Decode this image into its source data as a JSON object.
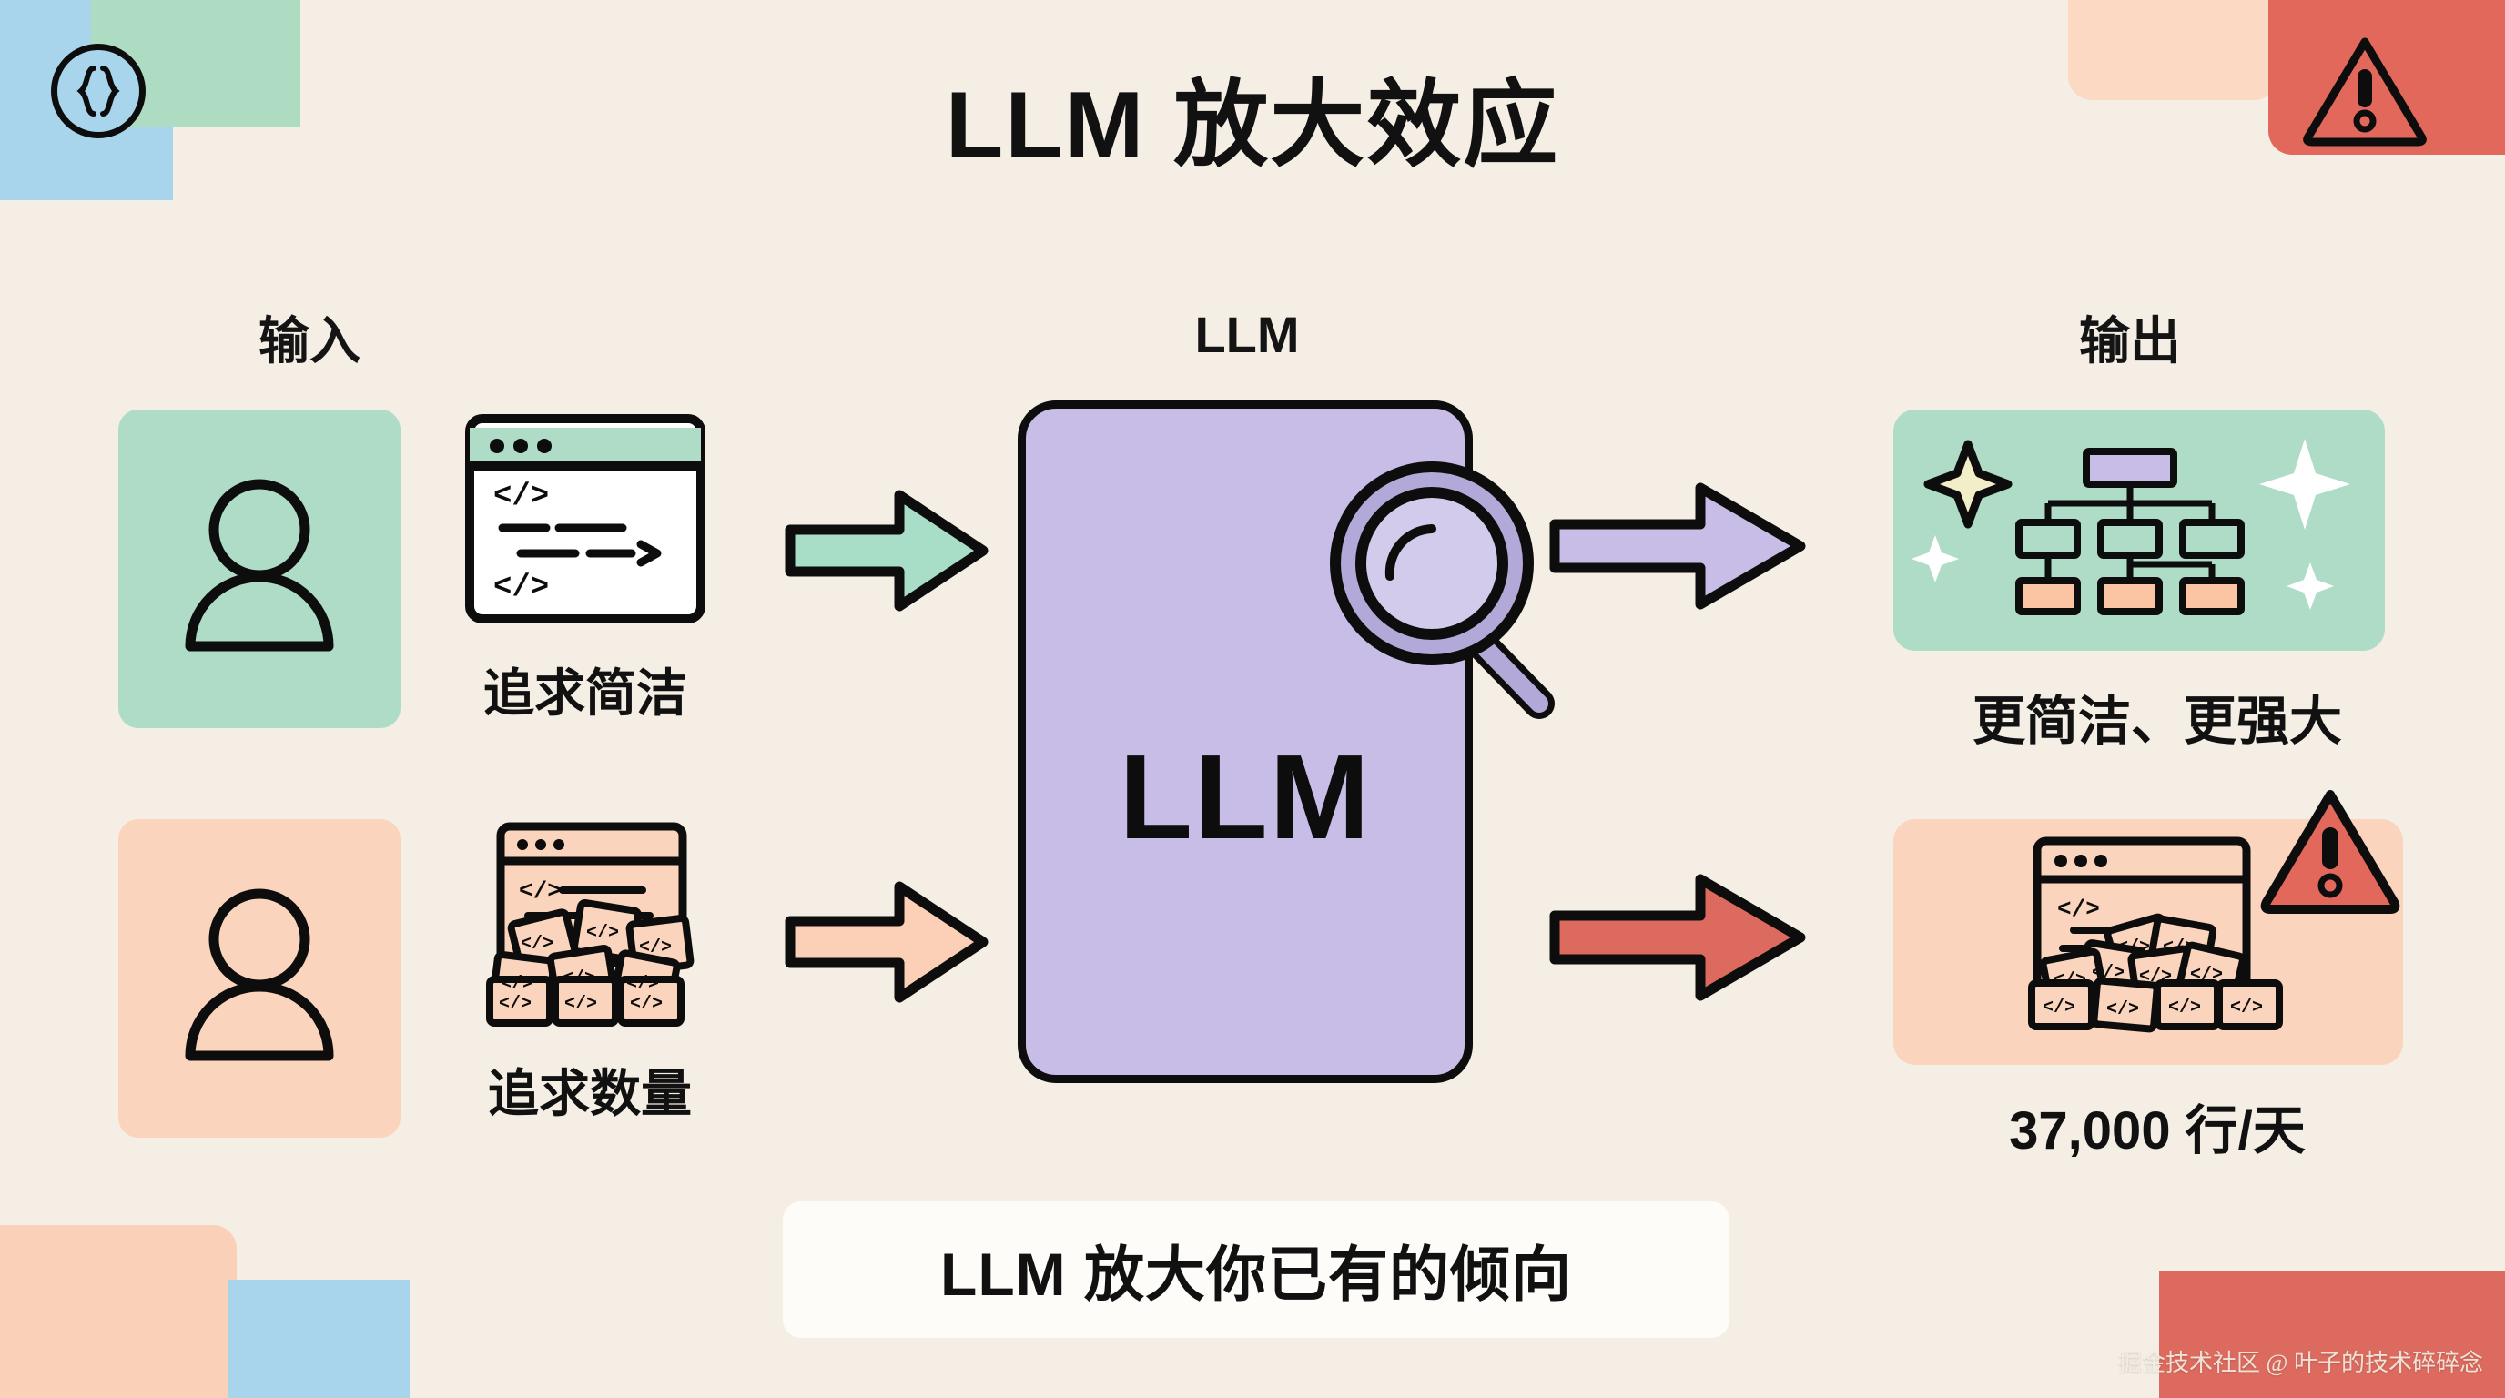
{
  "title": "LLM 放大效应",
  "columns": {
    "input_label": "输入",
    "llm_label": "LLM",
    "output_label": "输出"
  },
  "center": {
    "box_text": "LLM",
    "magnifier_icon": "magnifier-icon"
  },
  "inputs": [
    {
      "avatar_icon": "person-icon",
      "card_color": "#aedcc6",
      "content_icon": "code-window-icon",
      "label": "追求简洁",
      "arrow_icon": "arrow-right-icon",
      "arrow_color": "#a8ddc8"
    },
    {
      "avatar_icon": "person-icon",
      "card_color": "#fbd4bd",
      "content_icon": "code-pile-icon",
      "label": "追求数量",
      "arrow_icon": "arrow-right-icon",
      "arrow_color": "#fbd0b6"
    }
  ],
  "outputs": [
    {
      "card_color": "#aedcc6",
      "content_icon": "hierarchy-diagram-icon",
      "label": "更简洁、更强大",
      "arrow_icon": "arrow-right-icon",
      "arrow_color": "#c7bde6"
    },
    {
      "card_color": "#fbd4bd",
      "content_icon": "code-pile-window-icon",
      "label": "37,000 行/天",
      "arrow_icon": "arrow-right-icon",
      "arrow_color": "#dd6a5e",
      "badge_icon": "warning-triangle-icon"
    }
  ],
  "banner": {
    "text": "LLM 放大你已有的倾向"
  },
  "decorations": {
    "brace_badge_icon": "braces-icon",
    "warning_icon": "warning-triangle-icon"
  },
  "watermark": "掘金技术社区 @ 叶子的技术碎碎念",
  "colors": {
    "background": "#f4eee4",
    "green": "#aedcc6",
    "peach": "#fbd4bd",
    "purple": "#c7bde6",
    "red": "#dd6a5e",
    "blue": "#a8d4ec",
    "ink": "#0d0d0d"
  }
}
